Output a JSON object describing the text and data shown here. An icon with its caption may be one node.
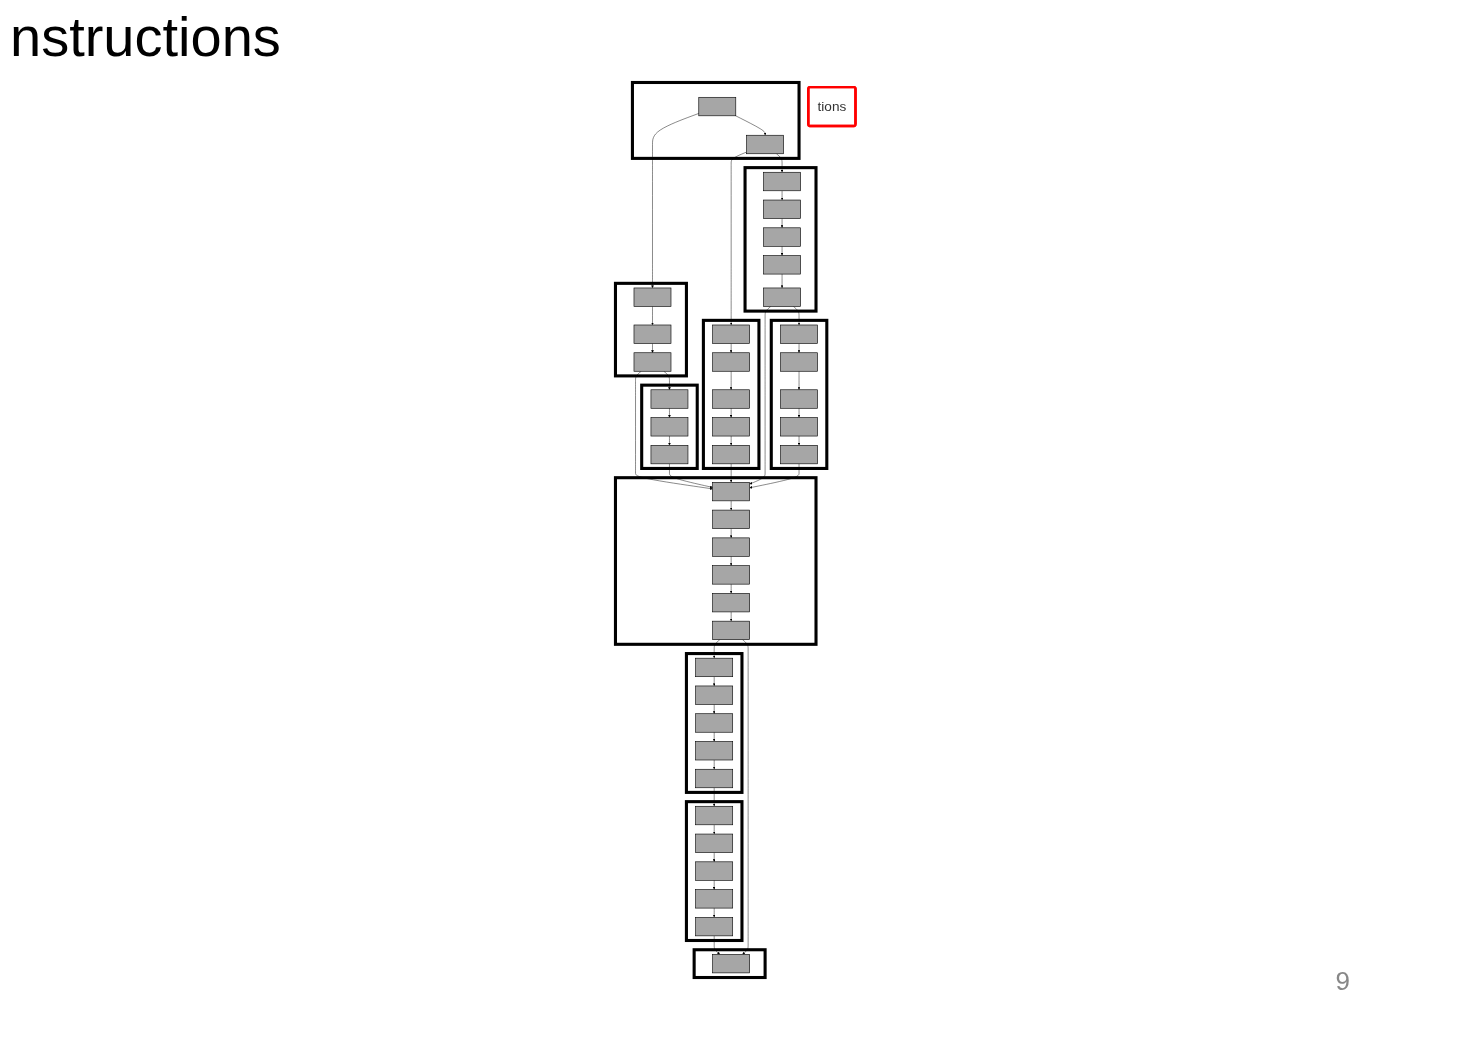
{
  "diagram": {
    "title": "nstructions",
    "nodes": [
      {
        "text": [
          "tions"
        ]
      },
      {
        "text": [],
        "shape": "box"
      },
      {
        "text": [],
        "shape": "bar",
        "in": 1
      },
      {
        "text": [],
        "shape": "bar",
        "in": 1
      },
      {
        "text": [],
        "shape": "box"
      },
      {
        "text": [],
        "shape": "bar",
        "in": 4
      },
      {
        "text": [],
        "shape": "bar",
        "in": 4
      },
      {
        "text": [],
        "shape": "bar",
        "in": 4
      },
      {
        "text": [],
        "shape": "box"
      },
      {
        "text": [],
        "shape": "bar",
        "in": 8
      },
      {
        "text": [],
        "shape": "bar",
        "in": 8
      },
      {
        "text": [],
        "shape": "bar",
        "in": 8
      },
      {
        "text": [],
        "shape": "box"
      },
      {
        "text": [],
        "shape": "bar",
        "in": 12
      },
      {
        "text": [],
        "shape": "bar",
        "in": 12
      },
      {
        "text": [],
        "shape": "bar",
        "in": 12
      },
      {
        "text": [],
        "shape": "bar",
        "in": 12
      },
      {
        "text": [],
        "shape": "bar",
        "in": 12
      },
      {
        "text": [],
        "shape": "box"
      },
      {
        "text": [],
        "shape": "bar",
        "in": 18
      },
      {
        "text": [],
        "shape": "bar",
        "in": 18
      },
      {
        "text": [],
        "shape": "bar",
        "in": 18
      },
      {
        "text": [],
        "shape": "bar",
        "in": 18
      },
      {
        "text": [],
        "shape": "bar",
        "in": 18
      },
      {
        "text": [],
        "shape": "box"
      },
      {
        "text": [],
        "shape": "bar",
        "in": 24
      },
      {
        "text": [],
        "shape": "bar",
        "in": 24
      },
      {
        "text": [],
        "shape": "bar",
        "in": 24
      },
      {
        "text": [],
        "shape": "bar",
        "in": 24
      },
      {
        "text": [],
        "shape": "bar",
        "in": 24
      },
      {
        "text": [],
        "shape": "box"
      },
      {
        "text": [],
        "shape": "bar",
        "in": 30
      },
      {
        "text": [],
        "shape": "bar",
        "in": 30
      },
      {
        "text": [],
        "shape": "bar",
        "in": 30
      },
      {
        "text": [],
        "shape": "bar",
        "in": 30
      },
      {
        "text": [],
        "shape": "bar",
        "in": 30
      },
      {
        "text": [],
        "shape": "box"
      },
      {
        "text": [],
        "shape": "bar",
        "in": 36
      },
      {
        "text": [],
        "shape": "bar",
        "in": 36
      },
      {
        "text": [],
        "shape": "bar",
        "in": 36
      },
      {
        "text": [],
        "shape": "bar",
        "in": 36
      },
      {
        "text": [],
        "shape": "bar",
        "in": 36
      },
      {
        "text": [],
        "shape": "box"
      },
      {
        "text": [],
        "shape": "bar",
        "in": 42
      },
      {
        "text": [],
        "shape": "bar",
        "in": 42
      },
      {
        "text": [],
        "shape": "bar",
        "in": 42
      },
      {
        "text": [],
        "shape": "bar",
        "in": 42
      },
      {
        "text": [],
        "shape": "bar",
        "in": 42
      },
      {
        "text": [],
        "shape": "bar",
        "in": 42
      },
      {
        "text": [],
        "shape": "box"
      },
      {
        "text": [],
        "shape": "bar",
        "in": 49
      }
    ],
    "edges": [
      {
        "from": 2,
        "to": 3,
        "arrow": "to"
      },
      {
        "from": 2,
        "to": 5,
        "arrow": "to"
      },
      {
        "from": 3,
        "to": 13,
        "arrow": "to"
      },
      {
        "from": 3,
        "to": 19,
        "arrow": "to"
      },
      {
        "from": 5,
        "to": 6,
        "arrow": "to"
      },
      {
        "from": 6,
        "to": 7,
        "arrow": "to"
      },
      {
        "from": 7,
        "to": 9,
        "arrow": "to"
      },
      {
        "from": 7,
        "to": 43,
        "arrow": "to"
      },
      {
        "from": 9,
        "to": 10,
        "arrow": "to"
      },
      {
        "from": 10,
        "to": 11,
        "arrow": "to"
      },
      {
        "from": 11,
        "to": 43,
        "arrow": "to"
      },
      {
        "from": 13,
        "to": 14,
        "arrow": "to"
      },
      {
        "from": 14,
        "to": 15,
        "arrow": "to"
      },
      {
        "from": 15,
        "to": 16,
        "arrow": "to"
      },
      {
        "from": 16,
        "to": 17,
        "arrow": "to"
      },
      {
        "from": 17,
        "to": 43,
        "arrow": "to"
      },
      {
        "from": 19,
        "to": 20,
        "arrow": "to"
      },
      {
        "from": 20,
        "to": 21,
        "arrow": "to"
      },
      {
        "from": 21,
        "to": 22,
        "arrow": "to"
      },
      {
        "from": 22,
        "to": 23,
        "arrow": "to"
      },
      {
        "from": 23,
        "to": 43,
        "arrow": "to"
      },
      {
        "from": 23,
        "to": 25,
        "arrow": "to"
      },
      {
        "from": 25,
        "to": 26,
        "arrow": "to"
      },
      {
        "from": 26,
        "to": 27,
        "arrow": "to"
      },
      {
        "from": 27,
        "to": 28,
        "arrow": "to"
      },
      {
        "from": 28,
        "to": 29,
        "arrow": "to"
      },
      {
        "from": 29,
        "to": 43,
        "arrow": "to"
      },
      {
        "from": 31,
        "to": 32,
        "arrow": "to"
      },
      {
        "from": 32,
        "to": 33,
        "arrow": "to"
      },
      {
        "from": 33,
        "to": 34,
        "arrow": "to"
      },
      {
        "from": 34,
        "to": 35,
        "arrow": "to"
      },
      {
        "from": 35,
        "to": 50,
        "arrow": "to"
      },
      {
        "from": 37,
        "to": 38,
        "arrow": "to"
      },
      {
        "from": 38,
        "to": 39,
        "arrow": "to"
      },
      {
        "from": 39,
        "to": 40,
        "arrow": "to"
      },
      {
        "from": 40,
        "to": 41,
        "arrow": "to"
      },
      {
        "from": 41,
        "to": 31,
        "arrow": "to"
      },
      {
        "from": 43,
        "to": 44,
        "arrow": "to"
      },
      {
        "from": 44,
        "to": 45,
        "arrow": "to"
      },
      {
        "from": 45,
        "to": 46,
        "arrow": "to"
      },
      {
        "from": 46,
        "to": 47,
        "arrow": "to"
      },
      {
        "from": 47,
        "to": 48,
        "arrow": "to"
      },
      {
        "from": 48,
        "to": 50,
        "arrow": "to"
      },
      {
        "from": 48,
        "to": 37,
        "arrow": "to"
      }
    ],
    "labels": [
      "9"
    ]
  }
}
